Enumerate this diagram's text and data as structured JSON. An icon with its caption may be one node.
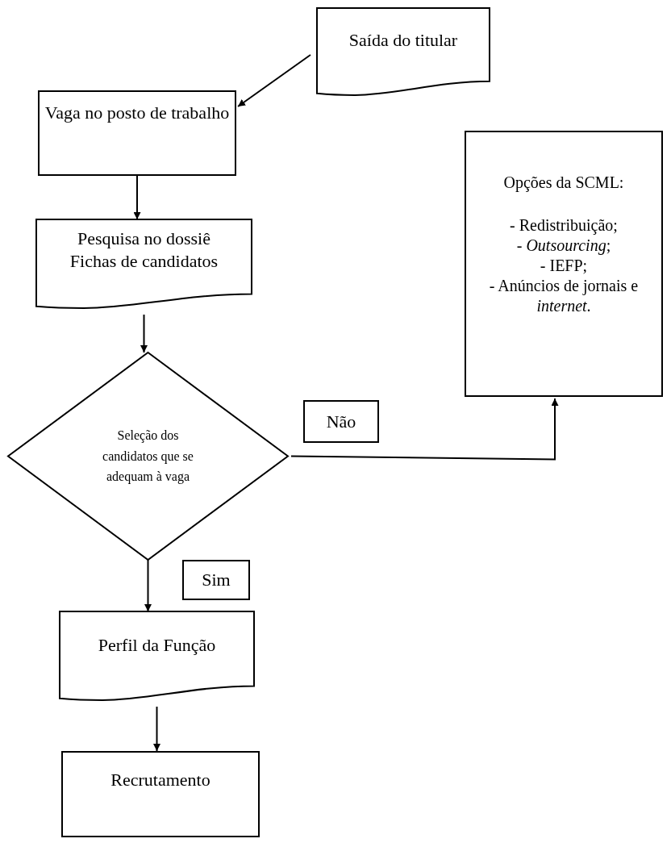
{
  "diagram": {
    "nodes": [
      {
        "text": [
          "Saída do titular"
        ]
      },
      {
        "text": [
          "Vaga no posto de trabalho"
        ]
      },
      {
        "text": [
          "Pesquisa no dossiê",
          "Fichas de candidatos"
        ]
      },
      {
        "text": [
          "Opções da SCML:",
          "- Redistribuição;",
          "- *Outsourcing*;",
          "- IEFP;",
          "- Anúncios de jornais e *internet*."
        ]
      },
      {
        "text": [
          "Seleção dos candidatos que se adequam à vaga"
        ]
      },
      {
        "text": [
          "Não"
        ]
      },
      {
        "text": [
          "Sim"
        ]
      },
      {
        "text": [
          "Perfil da Função"
        ]
      },
      {
        "text": [
          "Recrutamento"
        ]
      }
    ],
    "edges": [
      {
        "from": 0,
        "to": 1,
        "arrow": "to"
      },
      {
        "from": 1,
        "to": 2,
        "arrow": "to"
      },
      {
        "from": 2,
        "to": 4,
        "arrow": "to"
      },
      {
        "from": 4,
        "to": 3,
        "arrow": "to"
      },
      {
        "from": 4,
        "to": 7,
        "arrow": "to"
      },
      {
        "from": 7,
        "to": 8,
        "arrow": "to"
      }
    ]
  }
}
